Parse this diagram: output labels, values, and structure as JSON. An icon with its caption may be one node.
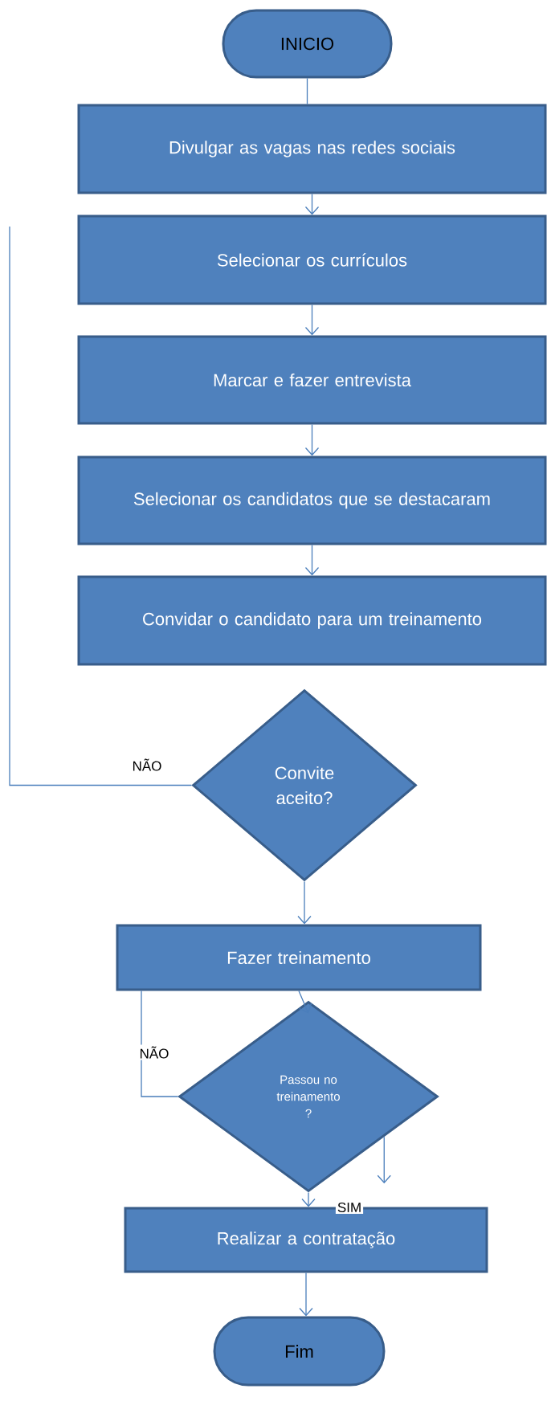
{
  "diagram": {
    "nodes": [
      {
        "text": [
          "INICIO"
        ]
      },
      {
        "text": [
          "Divulgar as vagas nas redes sociais"
        ]
      },
      {
        "text": [
          "Selecionar os currículos"
        ]
      },
      {
        "text": [
          "Marcar e fazer entrevista"
        ]
      },
      {
        "text": [
          "Selecionar os candidatos que se destacaram"
        ]
      },
      {
        "text": [
          "Convidar o candidato para um treinamento"
        ]
      },
      {
        "text": [
          "Convite aceito?"
        ]
      },
      {
        "text": [
          "Fazer treinamento"
        ]
      },
      {
        "text": [
          "Passou no treinamento ?"
        ]
      },
      {
        "text": [
          "Realizar a contratação"
        ]
      },
      {
        "text": [
          "Fim"
        ]
      }
    ],
    "edges": [
      {
        "from": 0,
        "to": 1,
        "arrow": "none"
      },
      {
        "from": 1,
        "to": 2,
        "arrow": "to"
      },
      {
        "from": 2,
        "to": 3,
        "arrow": "to"
      },
      {
        "from": 3,
        "to": 4,
        "arrow": "to"
      },
      {
        "from": 4,
        "to": 5,
        "arrow": "to"
      },
      {
        "from": 6,
        "to": null,
        "arrow": "none",
        "label": "NÃO"
      },
      {
        "from": 6,
        "to": 7,
        "arrow": "to"
      },
      {
        "from": 7,
        "to": 8,
        "arrow": "to"
      },
      {
        "from": 8,
        "to": 7,
        "arrow": "none",
        "label": "NÃO"
      },
      {
        "from": 8,
        "to": null,
        "arrow": "to"
      },
      {
        "from": 8,
        "to": 9,
        "arrow": "to",
        "label": "SIM"
      },
      {
        "from": 9,
        "to": 10,
        "arrow": "to"
      }
    ]
  }
}
